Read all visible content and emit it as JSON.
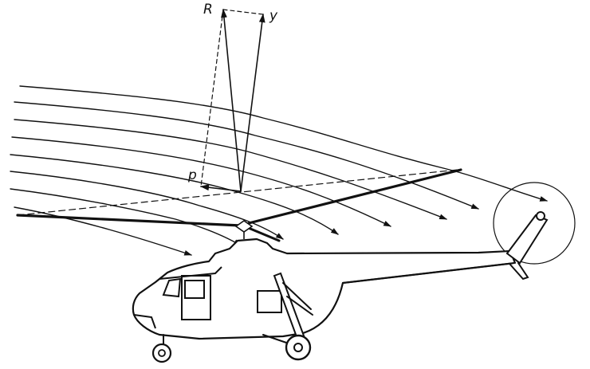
{
  "labels": {
    "resultant": "R",
    "lift": "y",
    "drag": "p"
  },
  "colors": {
    "ink": "#111111",
    "background": "#ffffff"
  }
}
